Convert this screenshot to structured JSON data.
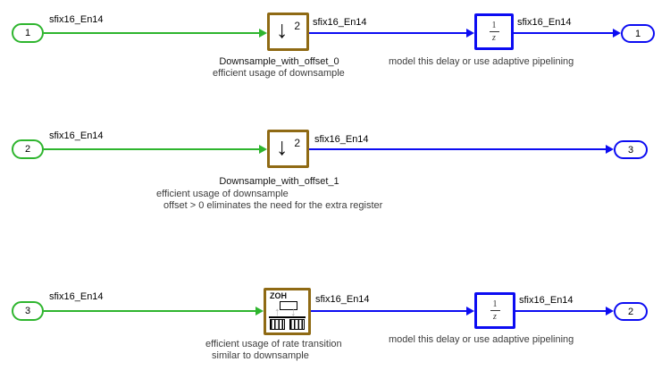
{
  "colors": {
    "green": "#2eb52e",
    "blue": "#0c0cf2",
    "brown": "#8f6a14"
  },
  "rows": [
    {
      "inport_label": "1",
      "input_signal": "sfix16_En14",
      "downsample_arrow": "↓",
      "downsample_factor": "2",
      "block_name": "Downsample_with_offset_0",
      "block_out_signal": "sfix16_En14",
      "delay_numerator": "1",
      "delay_denominator": "z",
      "delay_out_signal": "sfix16_En14",
      "outport_label": "1",
      "annotation_lines": [
        "efficient usage of downsample"
      ],
      "delay_annotation": "model this delay or use adaptive pipelining"
    },
    {
      "inport_label": "2",
      "input_signal": "sfix16_En14",
      "downsample_arrow": "↓",
      "downsample_factor": "2",
      "block_name": "Downsample_with_offset_1",
      "block_out_signal": "sfix16_En14",
      "outport_label": "3",
      "annotation_lines": [
        "efficient usage of downsample",
        "offset > 0 eliminates the need for the extra register"
      ]
    },
    {
      "inport_label": "3",
      "input_signal": "sfix16_En14",
      "rate_transition_mode": "ZOH",
      "block_out_signal": "sfix16_En14",
      "delay_numerator": "1",
      "delay_denominator": "z",
      "delay_out_signal": "sfix16_En14",
      "outport_label": "2",
      "annotation_lines": [
        "efficient usage of rate transition",
        "similar to downsample"
      ],
      "delay_annotation": "model this delay or use adaptive pipelining"
    }
  ]
}
